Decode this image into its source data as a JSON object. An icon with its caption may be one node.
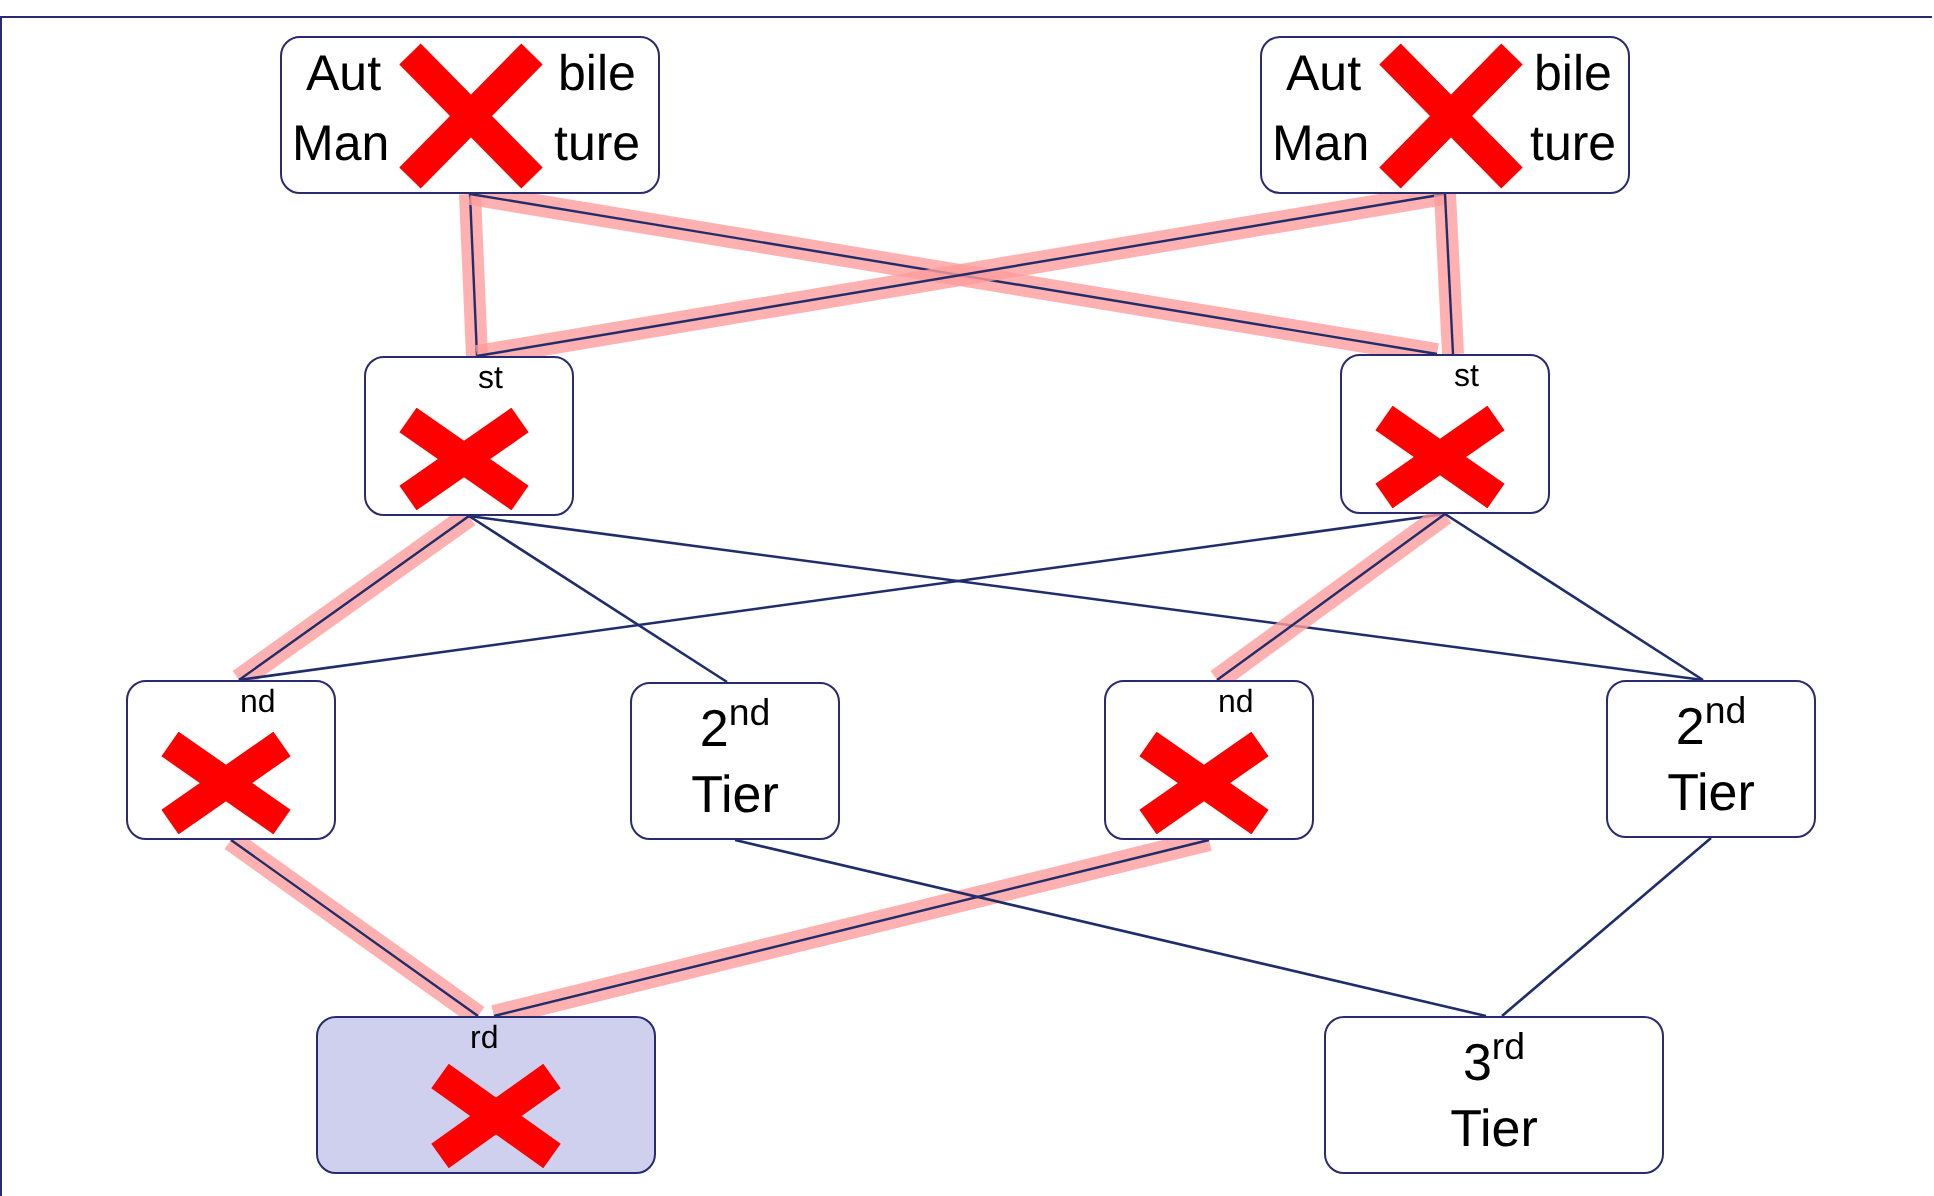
{
  "diagram": {
    "nodes": [
      {
        "text": [
          "Aut",
          "bile",
          "Man",
          "ture"
        ]
      },
      {
        "text": [
          "Aut",
          "bile",
          "Man",
          "ture"
        ]
      },
      {
        "text": [
          "st"
        ]
      },
      {
        "text": [
          "st"
        ]
      },
      {
        "text": [
          "nd"
        ]
      },
      {
        "text": [
          "2$^{nd}$ Tier"
        ]
      },
      {
        "text": [
          "nd"
        ]
      },
      {
        "text": [
          "2$^{nd}$ Tier"
        ]
      },
      {
        "text": [
          "rd"
        ]
      },
      {
        "text": [
          "3$^{rd}$ Tier"
        ]
      }
    ],
    "edges": [
      {
        "from": 0,
        "to": 2,
        "arrow": "none"
      },
      {
        "from": 0,
        "to": 3,
        "arrow": "none"
      },
      {
        "from": 1,
        "to": 2,
        "arrow": "none"
      },
      {
        "from": 1,
        "to": 3,
        "arrow": "none"
      },
      {
        "from": 2,
        "to": 4,
        "arrow": "none"
      },
      {
        "from": 2,
        "to": 5,
        "arrow": "none",
        "color": "#1f2d6b"
      },
      {
        "from": 2,
        "to": 7,
        "arrow": "none",
        "color": "#1f2d6b"
      },
      {
        "from": 3,
        "to": 4,
        "arrow": "none",
        "color": "#1f2d6b"
      },
      {
        "from": 3,
        "to": 6,
        "arrow": "none"
      },
      {
        "from": 3,
        "to": 7,
        "arrow": "none",
        "color": "#1f2d6b"
      },
      {
        "from": 4,
        "to": 8,
        "arrow": "none"
      },
      {
        "from": 6,
        "to": 8,
        "arrow": "none"
      },
      {
        "from": 5,
        "to": 9,
        "arrow": "none",
        "color": "#1f2d6b"
      },
      {
        "from": 7,
        "to": 9,
        "arrow": "none",
        "color": "#1f2d6b"
      }
    ]
  }
}
